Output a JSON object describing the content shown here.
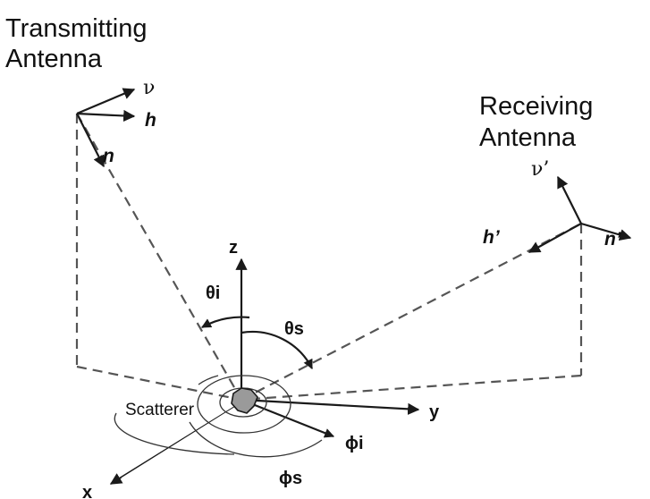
{
  "transmitter": {
    "title_line1": "Transmitting",
    "title_line2": "Antenna",
    "vec_nu": "ν",
    "vec_h": "h",
    "vec_n": "n"
  },
  "receiver": {
    "title_line1": "Receiving",
    "title_line2": "Antenna",
    "vec_nu": "ν’",
    "vec_h": "h’",
    "vec_n": "n’"
  },
  "axes": {
    "x": "x",
    "y": "y",
    "z": "z"
  },
  "angles": {
    "theta_i": "θi",
    "theta_s": "θs",
    "phi_i": "ϕi",
    "phi_s": "ϕs"
  },
  "scatterer_label": "Scatterer",
  "colors": {
    "line": "#1a1a1a",
    "dashed": "#555555",
    "scatterer_fill": "#9a9a9a"
  }
}
